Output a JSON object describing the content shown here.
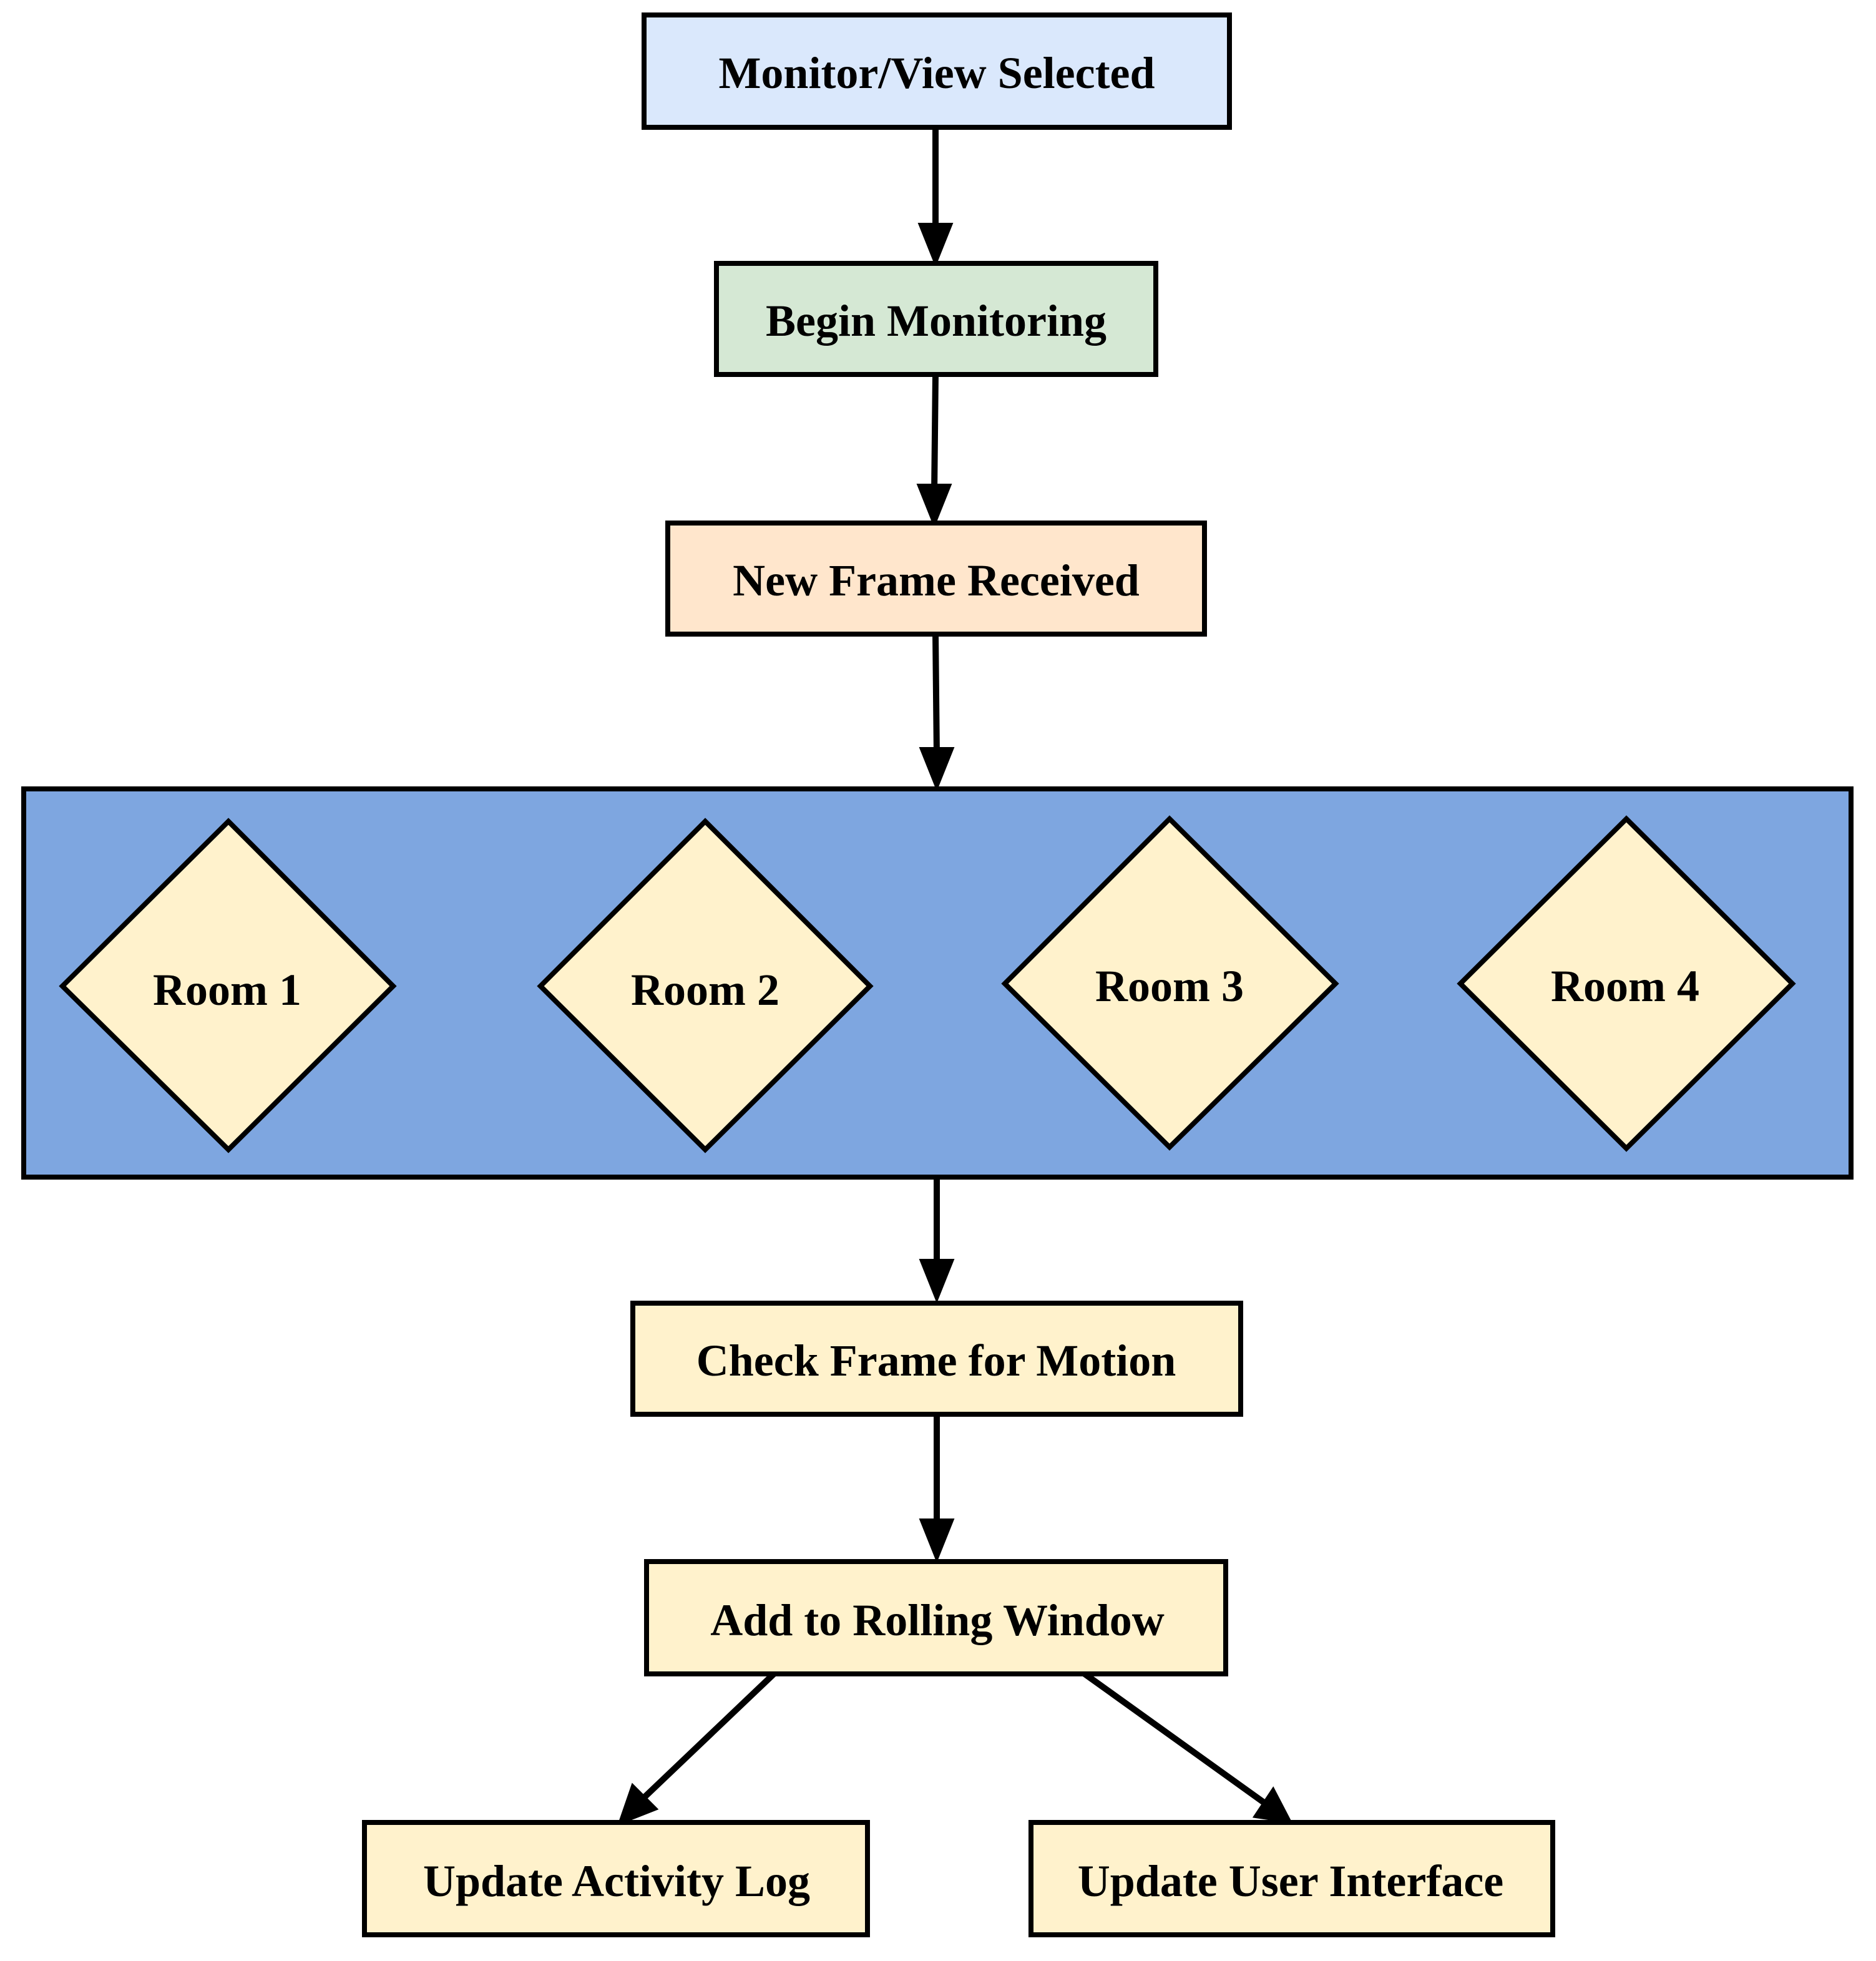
{
  "colors": {
    "stroke": "#000000",
    "monitor_view_fill": "#dae8fc",
    "begin_monitoring_fill": "#d5e8d4",
    "new_frame_fill": "#ffe6cc",
    "rooms_group_fill": "#7ea6e0",
    "room_fill": "#fff2cc",
    "process_fill": "#fff2cc"
  },
  "nodes": {
    "monitor_view_selected": "Monitor/View Selected",
    "begin_monitoring": "Begin Monitoring",
    "new_frame_received": "New Frame Received",
    "check_frame_for_motion": "Check Frame for Motion",
    "add_to_rolling_window": "Add to Rolling Window",
    "update_activity_log": "Update Activity Log",
    "update_user_interface": "Update User Interface"
  },
  "rooms": [
    "Room 1",
    "Room 2",
    "Room 3",
    "Room 4"
  ]
}
